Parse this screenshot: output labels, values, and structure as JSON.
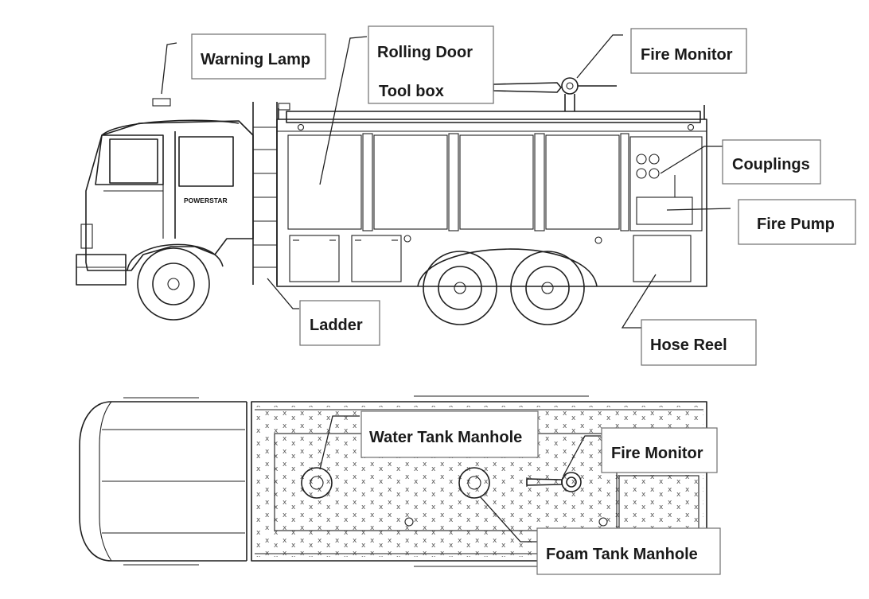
{
  "brand": "POWERSTAR",
  "labels": {
    "warning_lamp": "Warning Lamp",
    "rolling_door": "Rolling Door",
    "tool_box": "Tool box",
    "fire_monitor_side": "Fire Monitor",
    "couplings": "Couplings",
    "fire_pump": "Fire Pump",
    "ladder": "Ladder",
    "hose_reel": "Hose Reel",
    "water_tank_manhole": "Water Tank Manhole",
    "fire_monitor_top": "Fire Monitor",
    "foam_tank_manhole": "Foam Tank Manhole"
  }
}
